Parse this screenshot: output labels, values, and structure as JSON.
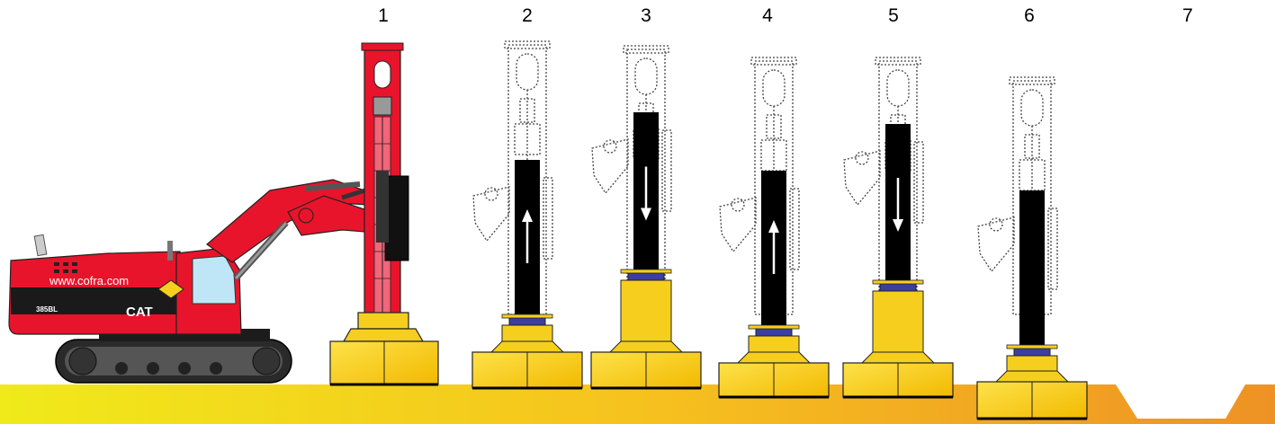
{
  "steps": [
    {
      "label": "1",
      "state": "start",
      "direction": "none"
    },
    {
      "label": "2",
      "state": "lift",
      "direction": "up"
    },
    {
      "label": "3",
      "state": "drop",
      "direction": "down"
    },
    {
      "label": "4",
      "state": "lift",
      "direction": "up"
    },
    {
      "label": "5",
      "state": "drop",
      "direction": "down"
    },
    {
      "label": "6",
      "state": "final",
      "direction": "none"
    },
    {
      "label": "7",
      "state": "crater",
      "direction": "none"
    }
  ],
  "machine": {
    "website": "www.cofra.com",
    "model": "385BL",
    "brand": "CAT"
  },
  "colors": {
    "machine_red": "#e8142b",
    "tamper_yellow": "#f6cf1e",
    "collar_blue": "#3b3fa0",
    "weight_black": "#000000",
    "ground_start": "#f0ea1a",
    "ground_end": "#ee9225"
  },
  "icons": [
    "arrow-up-icon",
    "arrow-down-icon",
    "cat-logo"
  ]
}
